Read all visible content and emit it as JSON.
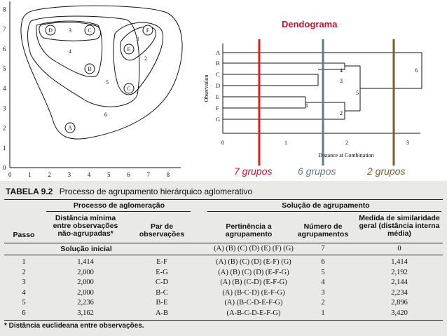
{
  "scatter": {
    "y_ticks": [
      "0",
      "1",
      "2",
      "3",
      "4",
      "5",
      "6",
      "7",
      "8"
    ],
    "x_ticks": [
      "0",
      "1",
      "2",
      "3",
      "4",
      "5",
      "6",
      "7",
      "8"
    ],
    "points": [
      "D",
      "C",
      "A",
      "B",
      "F",
      "E"
    ],
    "cluster_numbers": [
      "1",
      "2",
      "3",
      "4",
      "5",
      "6"
    ]
  },
  "dendrogram": {
    "title": "Dendograma",
    "y_axis_label": "Observation",
    "x_axis_label": "Distance at Combination",
    "observations": [
      "A",
      "B",
      "C",
      "D",
      "E",
      "F",
      "G"
    ],
    "x_ticks": [
      "0",
      "1",
      "2",
      "3"
    ],
    "node_labels": [
      "1",
      "2",
      "3",
      "4",
      "5",
      "6"
    ],
    "cut_labels": [
      "7 grupos",
      "6 grupos",
      "2 grupos"
    ],
    "colors": {
      "cut_7": "#d92020",
      "cut_6": "#5f7d86",
      "cut_2": "#7a6025",
      "labels": "#c8102e"
    }
  },
  "table": {
    "title_number": "TABELA 9.2",
    "title_text": "Processo de agrupamento hierárquico aglomerativo",
    "group_left": "Processo de aglomeração",
    "group_right": "Solução de agrupamento",
    "headers": {
      "passo": "Passo",
      "distancia": "Distância mínima entre observações não-agrupadas*",
      "par": "Par de observações",
      "pertinencia": "Pertinência a agrupamento",
      "numero": "Número de agrupamentos",
      "medida": "Medida de similaridade geral (distância interna média)"
    },
    "initial": {
      "label": "Solução inicial",
      "pertinencia": "(A) (B) (C) (D) (E) (F) (G)",
      "numero": "7",
      "medida": "0"
    },
    "rows": [
      {
        "passo": "1",
        "dist": "1,414",
        "par": "E-F",
        "pert": "(A) (B) (C) (D) (E-F) (G)",
        "num": "6",
        "med": "1,414"
      },
      {
        "passo": "2",
        "dist": "2,000",
        "par": "E-G",
        "pert": "(A) (B) (C) (D) (E-F-G)",
        "num": "5",
        "med": "2,192"
      },
      {
        "passo": "3",
        "dist": "2,000",
        "par": "C-D",
        "pert": "(A) (B) (C-D) (E-F-G)",
        "num": "4",
        "med": "2,144"
      },
      {
        "passo": "4",
        "dist": "2,000",
        "par": "B-C",
        "pert": "(A) (B-C-D) (E-F-G)",
        "num": "3",
        "med": "2,234"
      },
      {
        "passo": "5",
        "dist": "2,236",
        "par": "B-E",
        "pert": "(A) (B-C-D-E-F-G)",
        "num": "2",
        "med": "2,896"
      },
      {
        "passo": "6",
        "dist": "3,162",
        "par": "A-B",
        "pert": "(A-B-C-D-E-F-G)",
        "num": "1",
        "med": "3,420"
      }
    ],
    "footnote": "* Distância euclideana entre observações."
  }
}
